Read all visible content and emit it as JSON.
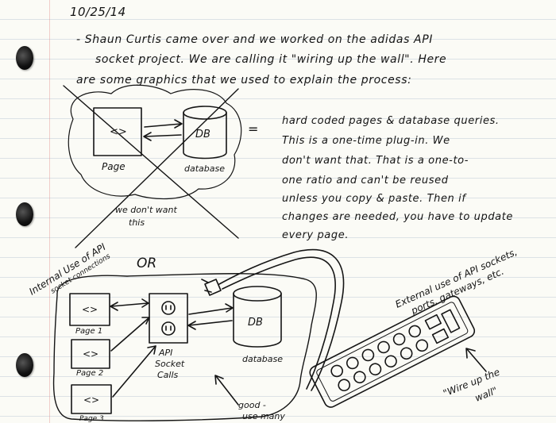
{
  "date": "10/25/14",
  "intro_lines": [
    "- Shaun Curtis came over and we worked on the adidas API",
    "socket project. We are calling it \"wiring up the wall\". Here",
    "are some graphics that we used to explain the process:"
  ],
  "top_diagram": {
    "page_symbol": "<>",
    "page_label": "Page",
    "db_symbol": "DB",
    "db_label": "database",
    "equals": "=",
    "caption_line1": "we don't want",
    "caption_line2": "this"
  },
  "description_lines": [
    "hard coded pages & database queries.",
    "This is a one-time plug-in. We",
    "don't want that. That is a one-to-",
    "one ratio and can't be reused",
    "unless you copy & paste. Then if",
    "changes are needed, you have to update",
    "every page."
  ],
  "or_label": "OR",
  "internal_label_line1": "Internal Use of API",
  "internal_label_line2": "socket connections",
  "external_label_line1": "External use of API sockets,",
  "external_label_line2": "ports, gateways, etc.",
  "bottom_diagram": {
    "pages": [
      {
        "symbol": "<>",
        "label": "Page 1"
      },
      {
        "symbol": "<>",
        "label": "Page 2"
      },
      {
        "symbol": "<>",
        "label": "Page 3"
      }
    ],
    "api_label_line1": "API",
    "api_label_line2": "Socket",
    "api_label_line3": "Calls",
    "db_symbol": "DB",
    "db_label": "database",
    "good_line1": "good -",
    "good_line2": "use many",
    "wire_line1": "\"Wire up the",
    "wire_line2": "wall\""
  }
}
